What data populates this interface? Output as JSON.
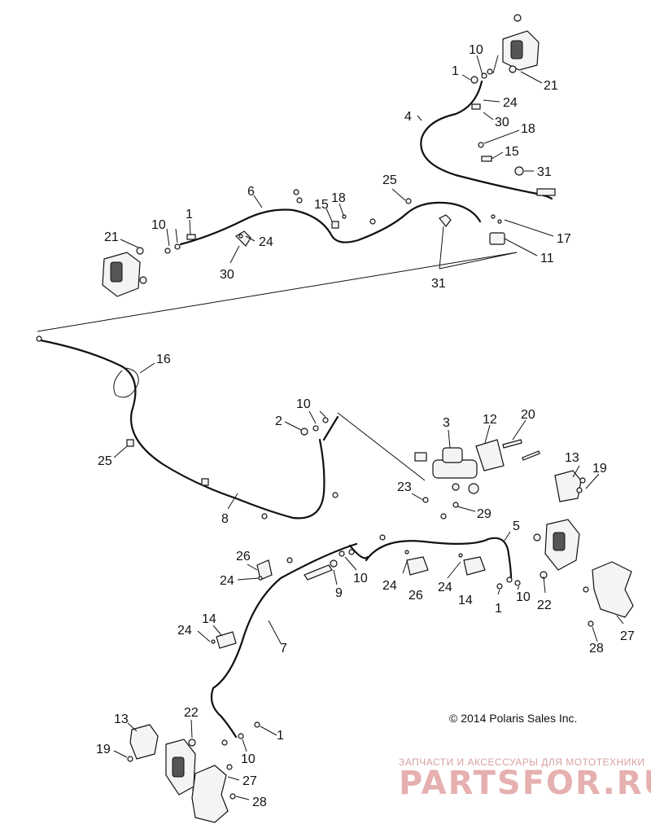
{
  "labels": {
    "l1a": "1",
    "l10a": "10",
    "l21a": "21",
    "l24a": "24",
    "l4": "4",
    "l30a": "30",
    "l18a": "18",
    "l15a": "15",
    "l31a": "31",
    "l6": "6",
    "l25a": "25",
    "l15b": "15",
    "l18b": "18",
    "l21b": "21",
    "l10b": "10",
    "l1b": "1",
    "l24b": "24",
    "l30b": "30",
    "l17": "17",
    "l11": "11",
    "l31b": "31",
    "l16": "16",
    "l25b": "25",
    "l8": "8",
    "l2": "2",
    "l10c": "10",
    "l3": "3",
    "l12": "12",
    "l20": "20",
    "l13a": "13",
    "l19a": "19",
    "l23": "23",
    "l29": "29",
    "l5": "5",
    "l26a": "26",
    "l24c": "24",
    "l9": "9",
    "l10d": "10",
    "l24d": "24",
    "l26b": "26",
    "l24e": "24",
    "l14a": "14",
    "l1c": "1",
    "l10e": "10",
    "l22a": "22",
    "l27a": "27",
    "l28a": "28",
    "l14b": "14",
    "l24f": "24",
    "l7": "7",
    "l13b": "13",
    "l22b": "22",
    "l1d": "1",
    "l10f": "10",
    "l19b": "19",
    "l27b": "27",
    "l28b": "28"
  },
  "copyright": "© 2014 Polaris Sales Inc.",
  "watermark": {
    "tagline": "ЗАПЧАСТИ И АКСЕССУАРЫ ДЛЯ МОТОТЕХНИКИ",
    "logo": "PARTSFOR.RU"
  }
}
